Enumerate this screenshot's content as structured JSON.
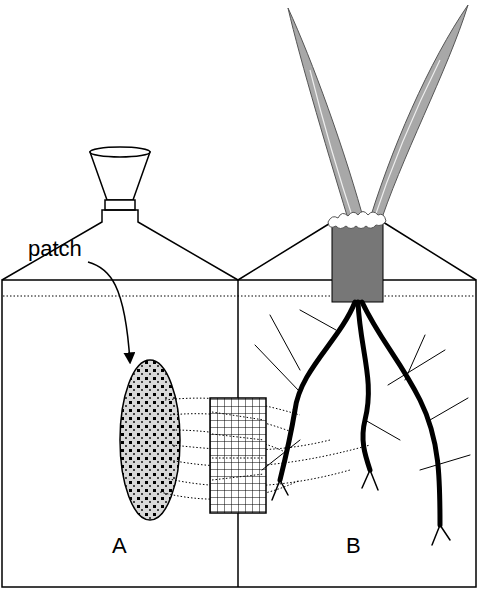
{
  "diagram": {
    "labels": [
      "patch",
      "A",
      "B"
    ]
  }
}
